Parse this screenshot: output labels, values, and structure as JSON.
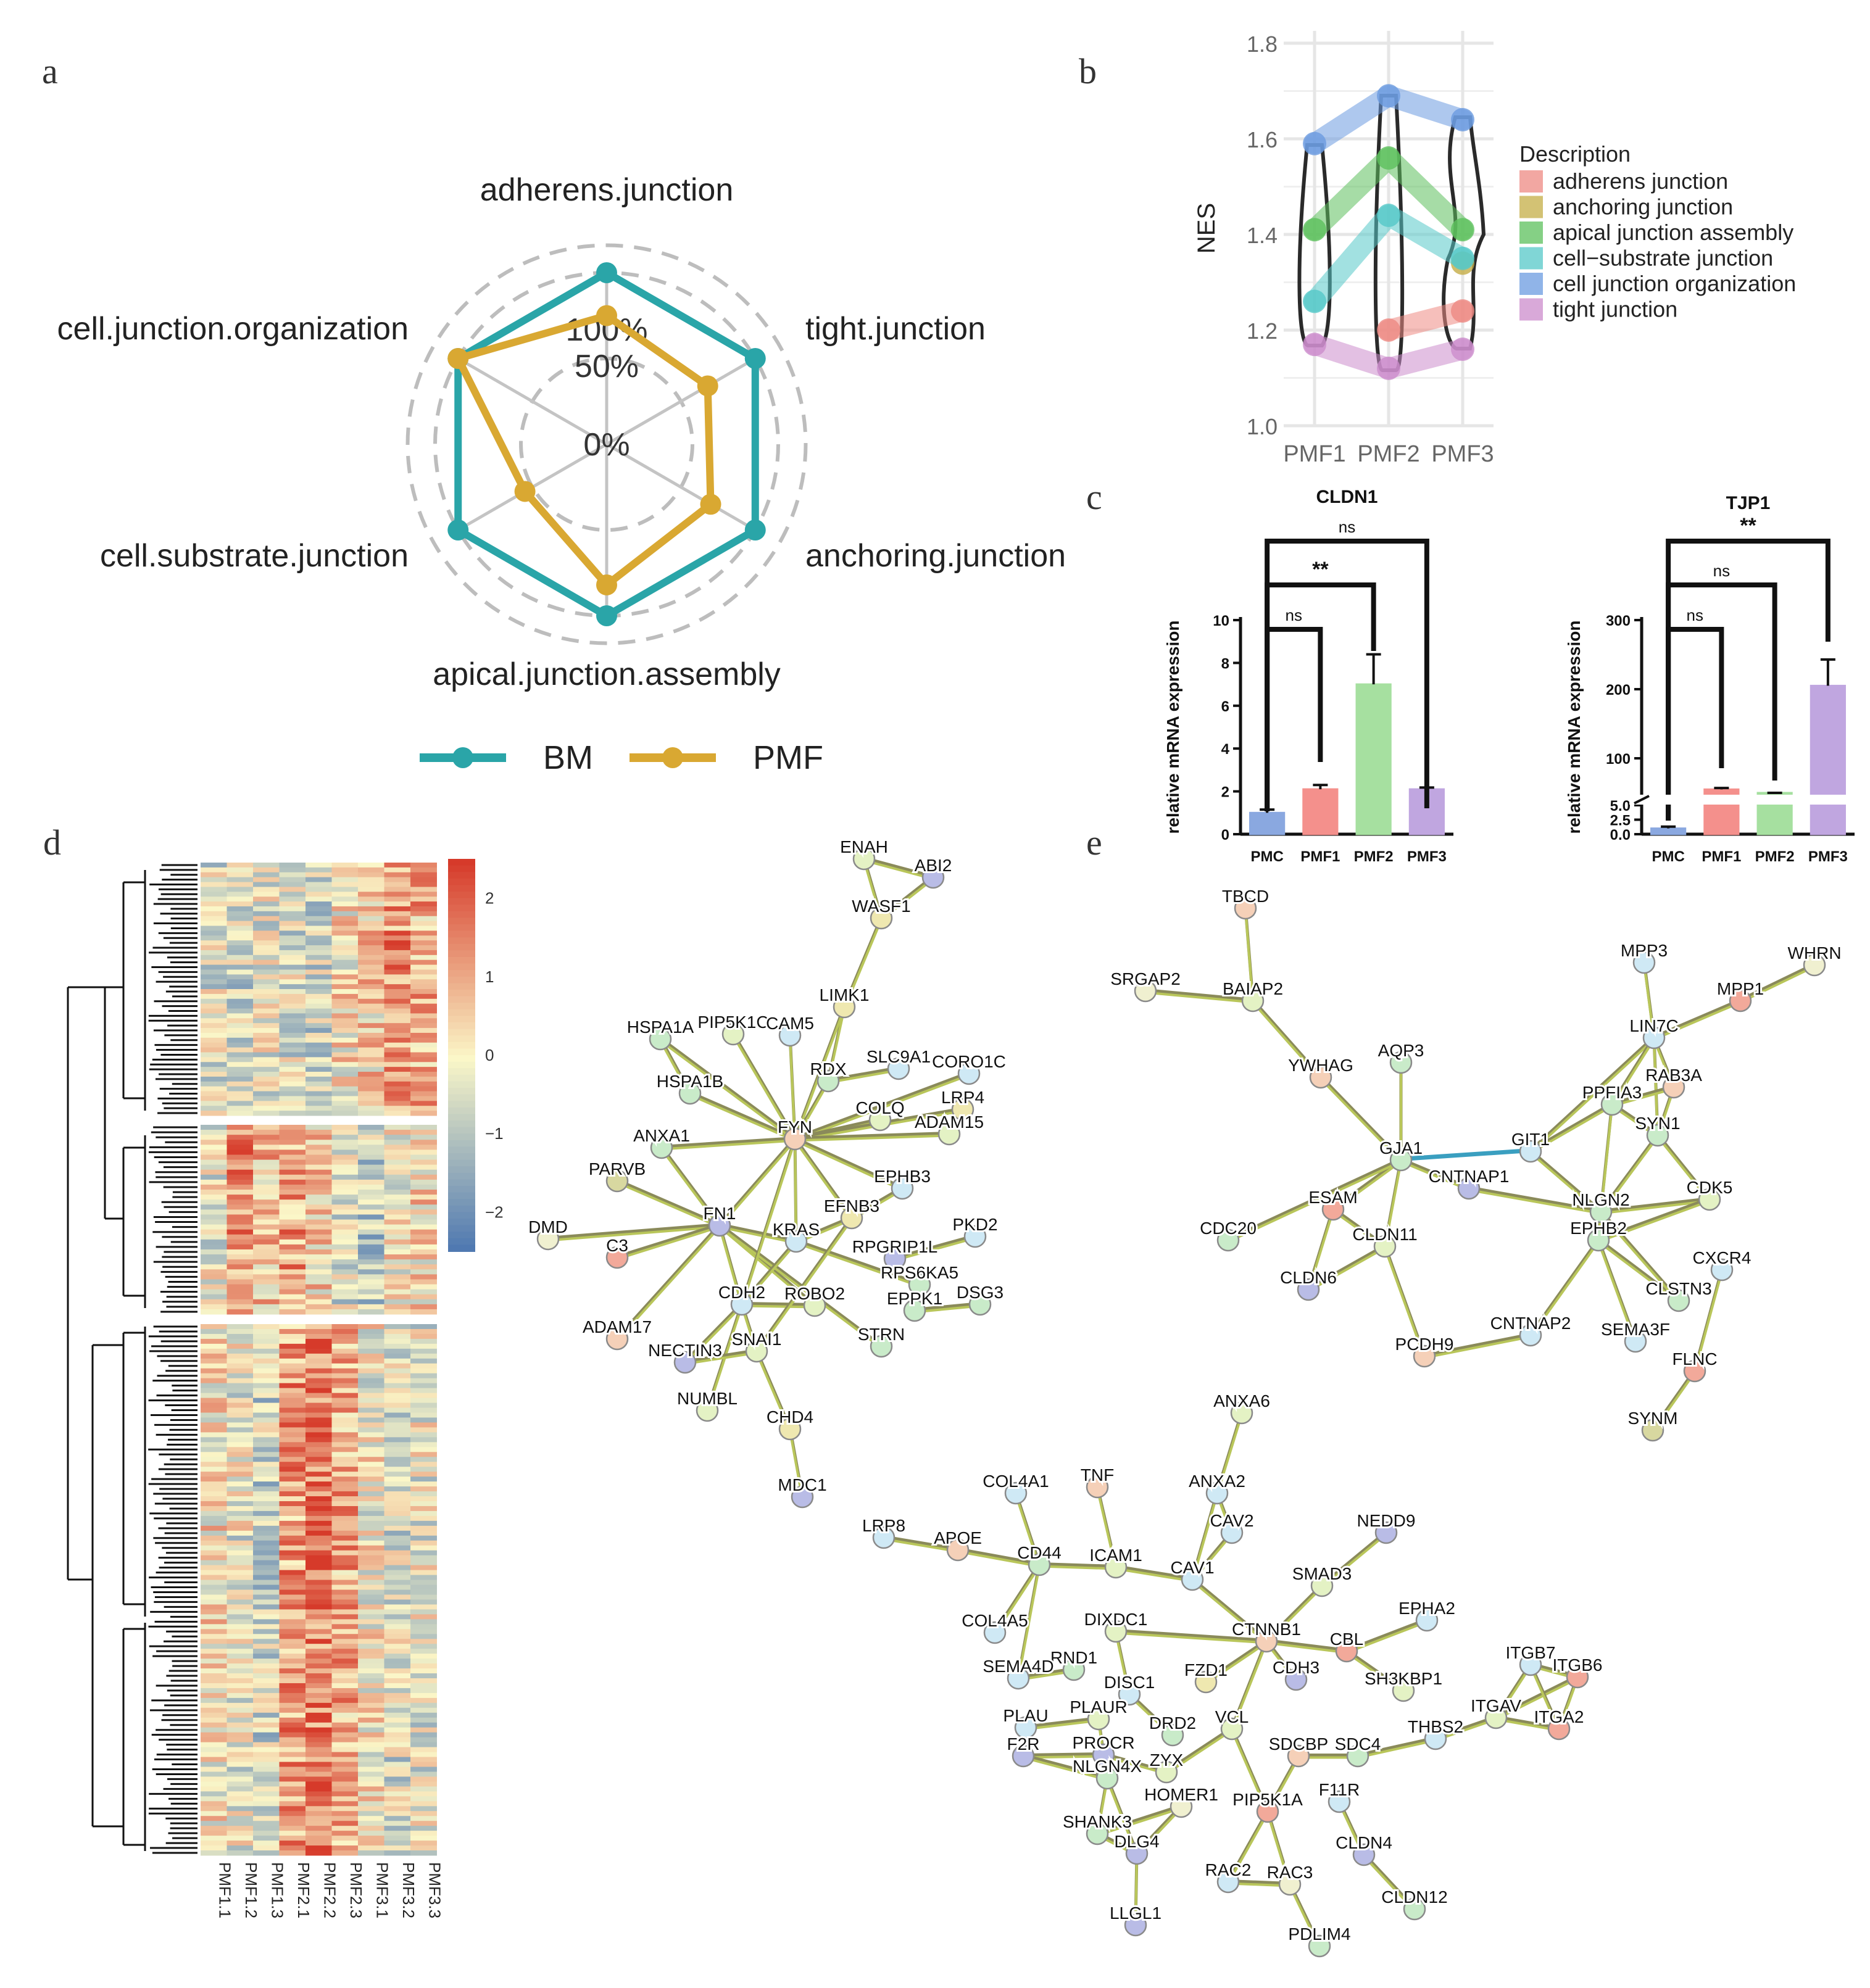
{
  "panel_labels": {
    "a": "a",
    "b": "b",
    "c": "c",
    "d": "d",
    "e": "e"
  },
  "colors": {
    "bm": "#2aa5a8",
    "pmf": "#d9a832"
  },
  "chart_data": [
    {
      "type": "radar",
      "panel": "a",
      "axes": [
        "adherens.junction",
        "tight.junction",
        "anchoring.junction",
        "apical.junction.assembly",
        "cell.substrate.junction",
        "cell.junction.organization"
      ],
      "ring_labels": [
        "0%",
        "50%",
        "100%"
      ],
      "series": [
        {
          "name": "BM",
          "values": [
            100,
            100,
            100,
            100,
            100,
            100
          ],
          "color": "#2aa5a8"
        },
        {
          "name": "PMF",
          "values": [
            75,
            68,
            70,
            82,
            55,
            100
          ],
          "color": "#d9a832"
        }
      ]
    },
    {
      "type": "line",
      "panel": "b",
      "ylabel": "NES",
      "categories": [
        "PMF1",
        "PMF2",
        "PMF3"
      ],
      "ylim": [
        1.0,
        1.8
      ],
      "yticks": [
        "1.0",
        "1.2",
        "1.4",
        "1.6",
        "1.8"
      ],
      "legend_title": "Description",
      "series": [
        {
          "name": "adherens junction",
          "values": [
            null,
            1.2,
            1.24
          ],
          "color": "#ee8a83"
        },
        {
          "name": "anchoring junction",
          "values": [
            null,
            null,
            1.34
          ],
          "color": "#c4ad46"
        },
        {
          "name": "apical junction assembly",
          "values": [
            1.41,
            1.56,
            1.41
          ],
          "color": "#5cc05c"
        },
        {
          "name": "cell−substrate junction",
          "values": [
            1.26,
            1.44,
            1.35
          ],
          "color": "#55c8c8"
        },
        {
          "name": "cell junction organization",
          "values": [
            1.59,
            1.69,
            1.64
          ],
          "color": "#6b9be0"
        },
        {
          "name": "tight junction",
          "values": [
            1.17,
            1.12,
            1.16
          ],
          "color": "#cc8ccc"
        }
      ]
    },
    {
      "type": "bar",
      "panel": "c",
      "title": "CLDN1",
      "ylabel": "relative mRNA expression",
      "categories": [
        "PMC",
        "PMF1",
        "PMF2",
        "PMF3"
      ],
      "values": [
        1.0,
        2.1,
        7.0,
        2.1
      ],
      "errors": [
        0.15,
        0.2,
        1.4,
        0.08
      ],
      "ylim": [
        0,
        10
      ],
      "yticks": [
        "0",
        "2",
        "4",
        "6",
        "8",
        "10"
      ],
      "colors": [
        "#8aa8e0",
        "#f4908c",
        "#a6e0a0",
        "#c0a6e0"
      ],
      "significance": [
        "ns",
        "**",
        "ns"
      ]
    },
    {
      "type": "bar",
      "panel": "c",
      "title": "TJP1",
      "ylabel": "relative mRNA expression",
      "categories": [
        "PMC",
        "PMF1",
        "PMF2",
        "PMF3"
      ],
      "values": [
        1.0,
        55,
        45,
        205
      ],
      "errors": [
        0.3,
        2,
        2,
        38
      ],
      "axis_break": [
        5.0,
        50
      ],
      "yticks": [
        "0.0",
        "2.5",
        "5.0",
        "100",
        "200",
        "300"
      ],
      "colors": [
        "#8aa8e0",
        "#f4908c",
        "#a6e0a0",
        "#c0a6e0"
      ],
      "significance": [
        "ns",
        "ns",
        "**"
      ]
    },
    {
      "type": "heatmap",
      "panel": "d",
      "columns": [
        "PMF1.1",
        "PMF1.2",
        "PMF1.3",
        "PMF2.1",
        "PMF2.2",
        "PMF2.3",
        "PMF3.1",
        "PMF3.2",
        "PMF3.3"
      ],
      "color_scale": {
        "min": -2.5,
        "max": 2.5,
        "ticks": [
          "2",
          "1",
          "0",
          "−1",
          "−2"
        ],
        "low": "#4a75b0",
        "mid": "#fbf7c8",
        "high": "#d63a2a"
      }
    }
  ],
  "network_d": {
    "nodes": [
      "ENAH",
      "ABI2",
      "WASF1",
      "LIMK1",
      "PIP5K1C",
      "CAM5",
      "HSPA1A",
      "HSPA1B",
      "SLC9A1",
      "CORO1C",
      "RDX",
      "FYN",
      "COLQ",
      "LRP4",
      "ADAM15",
      "ANXA1",
      "PARVB",
      "EPHB3",
      "DMD",
      "C3",
      "FN1",
      "EFNB3",
      "KRAS",
      "PKD2",
      "RPGRIP1L",
      "RPS6KA5",
      "EPPK1",
      "DSG3",
      "CDH2",
      "ROBO2",
      "ADAM17",
      "NECTIN3",
      "SNAI1",
      "STRN",
      "NUMBL",
      "CHD4",
      "MDC1"
    ]
  },
  "network_e1": {
    "nodes": [
      "TBCD",
      "SRGAP2",
      "BAIAP2",
      "MPP3",
      "WHRN",
      "MPP1",
      "LIN7C",
      "YWHAG",
      "AQP3",
      "RAB3A",
      "PPFIA3",
      "SYN1",
      "GJA1",
      "GIT1",
      "CNTNAP1",
      "CDK5",
      "ESAM",
      "NLGN2",
      "CDC20",
      "CLDN11",
      "EPHB2",
      "CXCR4",
      "CLDN6",
      "CLSTN3",
      "CNTNAP2",
      "SEMA3F",
      "PCDH9",
      "FLNC",
      "SYNM"
    ]
  },
  "network_e2": {
    "nodes": [
      "ANXA6",
      "TNF",
      "COL4A1",
      "ANXA2",
      "CAV2",
      "NEDD9",
      "LRP8",
      "APOE",
      "CD44",
      "ICAM1",
      "CAV1",
      "SMAD3",
      "DIXDC1",
      "COL4A5",
      "EPHA2",
      "CTNNB1",
      "CBL",
      "RND1",
      "SEMA4D",
      "FZD1",
      "CDH3",
      "ITGB7",
      "ITGB6",
      "DISC1",
      "SH3KBP1",
      "PLAUR",
      "PLAU",
      "ITGAV",
      "VCL",
      "DRD2",
      "ITGA2",
      "THBS2",
      "F2R",
      "PROCR",
      "SDCBP",
      "SDC4",
      "ZYX",
      "NLGN4X",
      "F11R",
      "HOMER1",
      "PIP5K1A",
      "SHANK3",
      "DLG4",
      "CLDN4",
      "RAC2",
      "RAC3",
      "CLDN12",
      "LLGL1",
      "PDLIM4"
    ]
  }
}
